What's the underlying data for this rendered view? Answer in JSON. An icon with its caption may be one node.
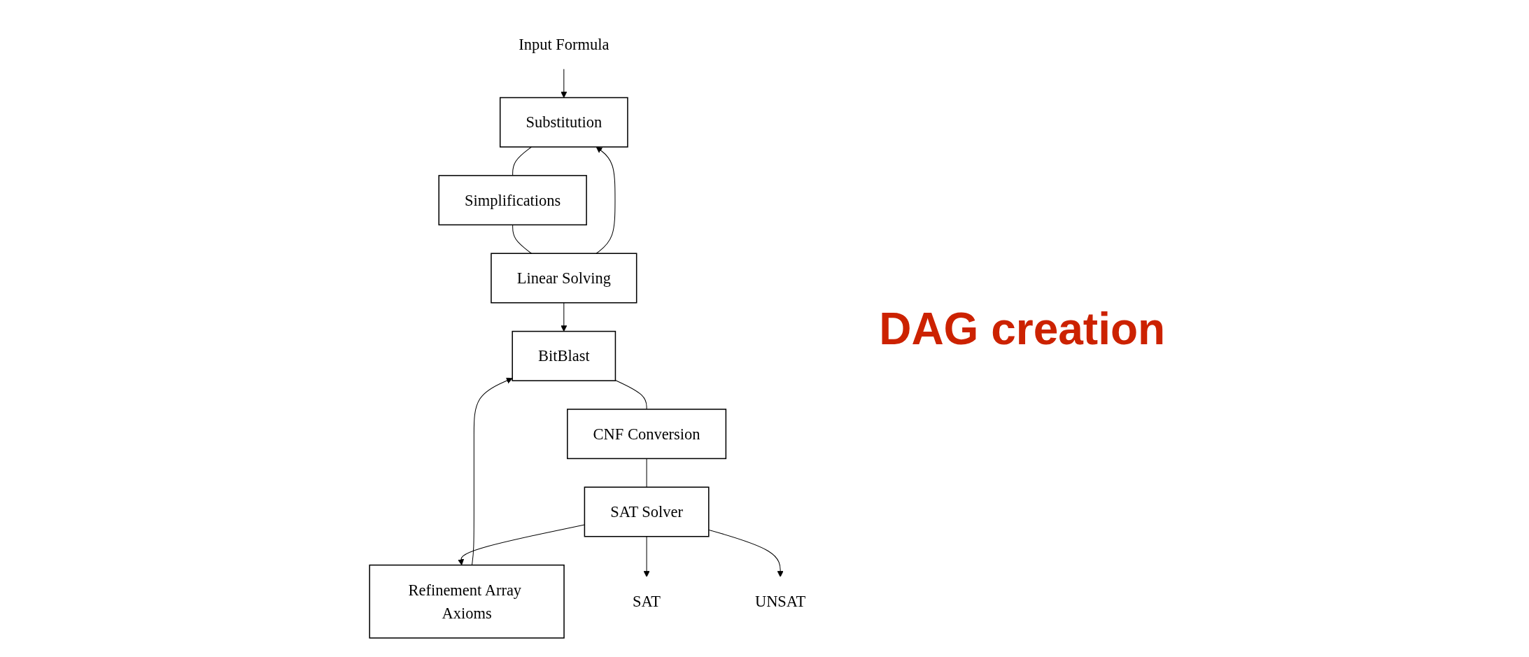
{
  "diagram": {
    "nodes": [
      {
        "text": [
          "Input Formula"
        ]
      },
      {
        "text": [
          "Substitution"
        ]
      },
      {
        "text": [
          "Simplifications"
        ]
      },
      {
        "text": [
          "Linear Solving"
        ]
      },
      {
        "text": [
          "BitBlast"
        ]
      },
      {
        "text": [
          "CNF Conversion"
        ]
      },
      {
        "text": [
          "SAT Solver"
        ]
      },
      {
        "text": [
          "Refinement Array Axioms"
        ]
      },
      {
        "text": [
          "SAT"
        ]
      },
      {
        "text": [
          "UNSAT"
        ]
      }
    ],
    "edges": [
      {
        "from": 0,
        "to": 1,
        "arrow": "to"
      },
      {
        "from": 1,
        "to": 2,
        "arrow": "none"
      },
      {
        "from": 2,
        "to": 3,
        "arrow": "none"
      },
      {
        "from": 3,
        "to": 1,
        "arrow": "to"
      },
      {
        "from": 3,
        "to": 4,
        "arrow": "to"
      },
      {
        "from": 4,
        "to": 5,
        "arrow": "none"
      },
      {
        "from": 5,
        "to": 6,
        "arrow": "none"
      },
      {
        "from": 7,
        "to": 4,
        "arrow": "to"
      },
      {
        "from": 6,
        "to": 7,
        "arrow": "to"
      },
      {
        "from": 6,
        "to": 8,
        "arrow": "to"
      },
      {
        "from": 6,
        "to": 9,
        "arrow": "to"
      }
    ],
    "labels": [
      "DAG creation"
    ]
  }
}
